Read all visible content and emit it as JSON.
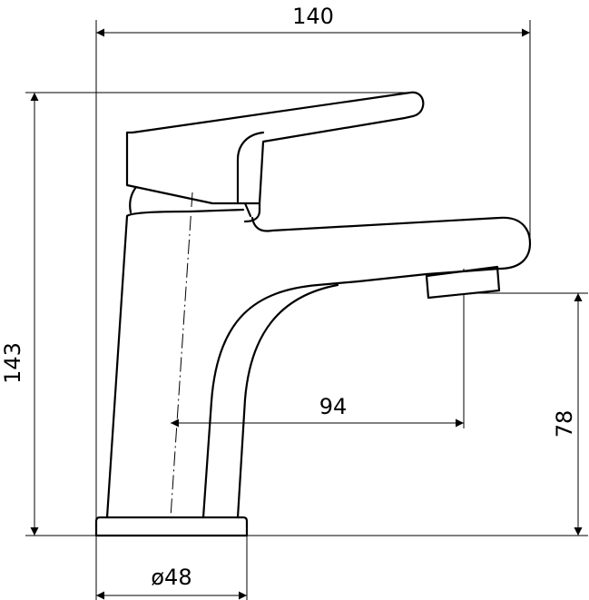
{
  "dimensions": {
    "width": "140",
    "height": "143",
    "reach": "94",
    "spout_height": "78",
    "base_diameter": "ø48"
  },
  "colors": {
    "line": "#000000",
    "background": "#ffffff"
  }
}
